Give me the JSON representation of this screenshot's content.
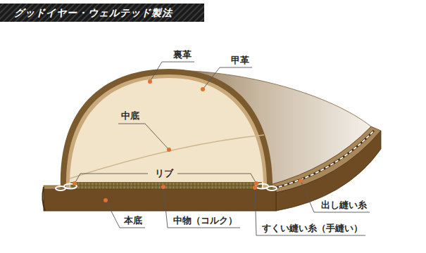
{
  "diagram": {
    "title": "グッドイヤー・ウェルテッド製法",
    "labels": [
      "裏革",
      "甲革",
      "中底",
      "リブ",
      "出し縫い糸",
      "本底",
      "中物（コルク）",
      "すくい縫い糸（手縫い）"
    ]
  }
}
